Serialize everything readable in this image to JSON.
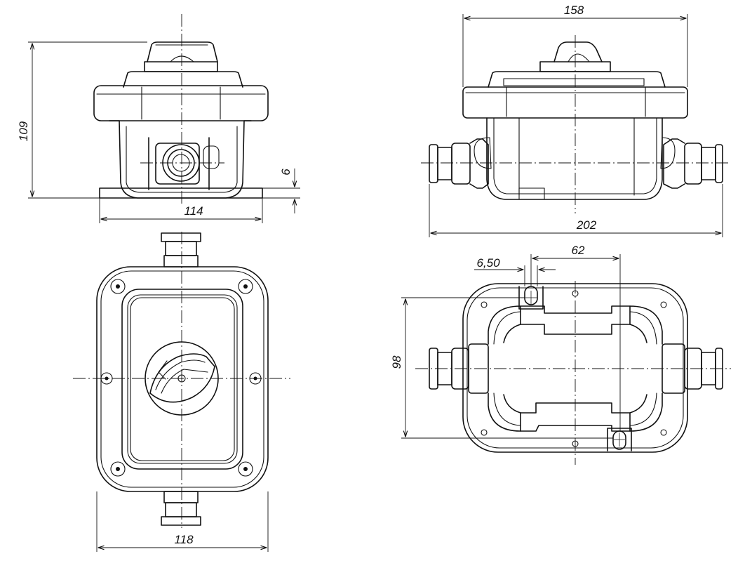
{
  "dimensions": {
    "side_height": "109",
    "side_base_thickness": "6",
    "side_base_width": "114",
    "front_top_width": "158",
    "front_overall_width": "202",
    "plan_slot_width": "6,50",
    "plan_hole_offset": "62",
    "plan_height": "98",
    "top_width": "118"
  },
  "colors": {
    "line": "#111111",
    "background": "#ffffff"
  }
}
